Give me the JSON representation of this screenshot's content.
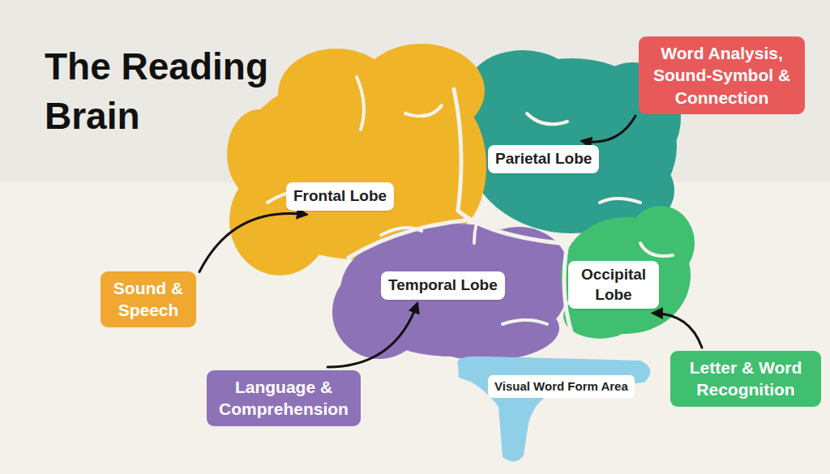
{
  "diagram": {
    "title": "The Reading Brain",
    "nodes": [
      {
        "text": [
          "Word Analysis, Sound-Symbol & Connection"
        ]
      },
      {
        "text": [
          "Parietal Lobe"
        ]
      },
      {
        "text": [
          "Frontal Lobe"
        ]
      },
      {
        "text": [
          "Sound & Speech"
        ]
      },
      {
        "text": [
          "Temporal Lobe"
        ]
      },
      {
        "text": [
          "Occipital Lobe"
        ]
      },
      {
        "text": [
          "Letter & Word Recognition"
        ]
      },
      {
        "text": [
          "Language & Comprehension"
        ]
      },
      {
        "text": [
          "Visual Word Form Area"
        ]
      }
    ],
    "edges": [
      {
        "from": 0,
        "to": 1,
        "arrow": "to"
      },
      {
        "from": 3,
        "to": 2,
        "arrow": "to"
      },
      {
        "from": 7,
        "to": 4,
        "arrow": "to"
      },
      {
        "from": 6,
        "to": 5,
        "arrow": "to"
      }
    ]
  }
}
